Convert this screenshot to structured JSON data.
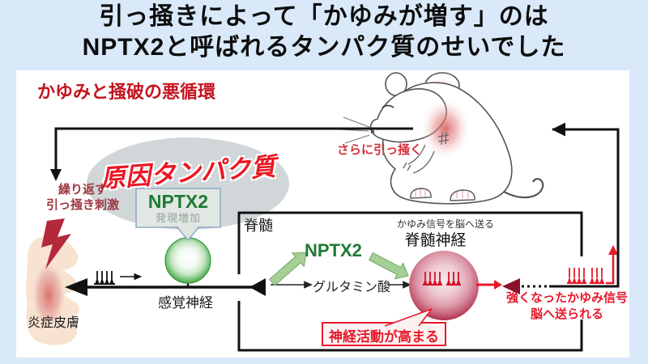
{
  "title": {
    "line1": "引っ掻きによって「かゆみが増す」のは",
    "line2": "NPTX2と呼ばれるタンパク質のせいでした"
  },
  "diagram": {
    "cycle_title": "かゆみと掻破の悪循環",
    "scratch_more": "さらに引っ掻く",
    "cause_protein": "原因タンパク質",
    "nptx2_callout": {
      "title": "NPTX2",
      "subtitle": "発現増加"
    },
    "repeat_stimulus": {
      "line1": "繰り返す",
      "line2": "引っ掻き刺激"
    },
    "inflamed_skin": "炎症皮膚",
    "sensory_nerve": "感覚神経",
    "spinal_cord": "脊髄",
    "spinal_nerve_caption": "かゆみ信号を脳へ送る",
    "spinal_nerve": "脊髄神経",
    "nptx2_label": "NPTX2",
    "glutamate": "グルタミン酸",
    "activity_up": "神経活動が高まる",
    "stronger_signal": {
      "line1": "強くなったかゆみ信号",
      "line2": "脳へ送られる"
    }
  },
  "colors": {
    "background": "#d9e9f9",
    "accent_red": "#e8192c",
    "dark_brick_red": "#9d3742",
    "nptx2_green": "#1e7a34",
    "arrow_green": "#a5cf97",
    "neuron_red_rim": "#a11230",
    "neuron_green_rim": "#2e8c38"
  }
}
